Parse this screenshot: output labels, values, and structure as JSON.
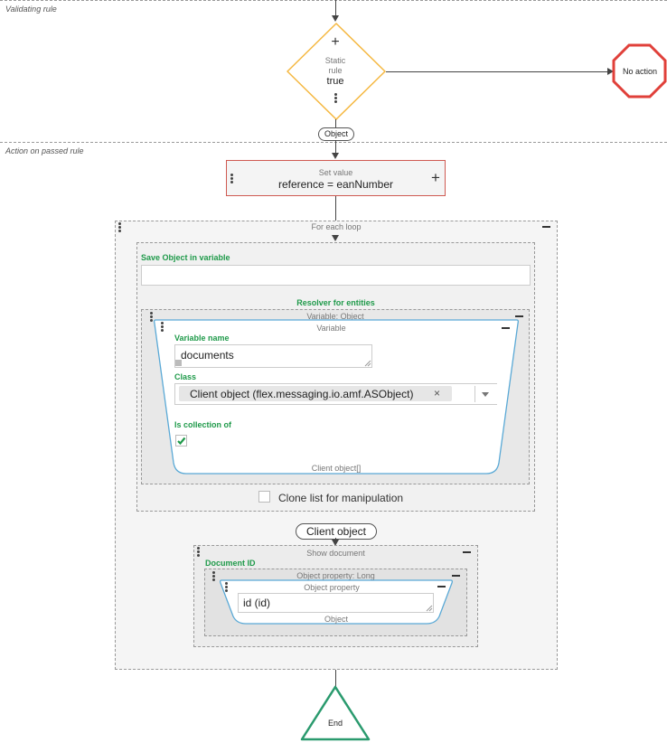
{
  "sections": {
    "validating": "Validating rule",
    "action": "Action on passed rule"
  },
  "static_rule": {
    "line1": "Static",
    "line2": "rule",
    "value": "true",
    "plus": "+"
  },
  "no_action": "No action",
  "object_pill": "Object",
  "set_value": {
    "title": "Set value",
    "expression": "reference = eanNumber",
    "plus": "+"
  },
  "foreach": {
    "title": "For each loop",
    "save_label": "Save Object in variable",
    "save_value": "",
    "resolver_title": "Resolver for entities",
    "variable_header": "Variable: Object",
    "variable_inner_title": "Variable",
    "variable_name_label": "Variable name",
    "variable_name_value": "documents",
    "class_label": "Class",
    "class_chip": "Client object (flex.messaging.io.amf.ASObject)",
    "chip_remove": "×",
    "is_collection_label": "Is collection of",
    "is_collection_checked": true,
    "variable_footer": "Client object[]",
    "clone_label": "Clone list for manipulation",
    "clone_checked": false,
    "client_object_pill": "Client object",
    "show_document": {
      "title": "Show document",
      "doc_id_label": "Document ID",
      "object_property_header": "Object property: Long",
      "object_property_title": "Object property",
      "object_property_value": "id (id)",
      "object_footer": "Object"
    }
  },
  "end_label": "End",
  "colors": {
    "diamond_border": "#f5b841",
    "octagon_border": "#e0403a",
    "setvalue_border": "#cf5a52",
    "variable_border": "#5aa9d6",
    "end_border": "#2a9a6e",
    "green_text": "#1f9a4a"
  }
}
